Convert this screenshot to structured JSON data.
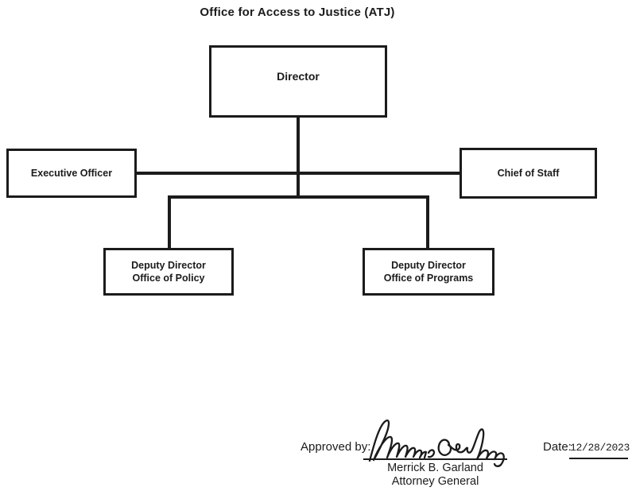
{
  "page": {
    "title": "Office for Access to Justice (ATJ)"
  },
  "org_chart": {
    "director": {
      "label": "Director"
    },
    "executive_officer": {
      "label": "Executive Officer"
    },
    "chief_of_staff": {
      "label": "Chief of Staff"
    },
    "deputy_policy": {
      "line1": "Deputy Director",
      "line2": "Office of Policy"
    },
    "deputy_programs": {
      "line1": "Deputy Director",
      "line2": "Office of Programs"
    },
    "hierarchy": {
      "root": "Director",
      "connected_nodes": [
        "Executive Officer",
        "Chief of Staff",
        "Deputy Director Office of Policy",
        "Deputy Director Office of Programs"
      ]
    }
  },
  "approval": {
    "approved_by_label": "Approved by:",
    "signature_name": "Merrick Garland",
    "signer_name": "Merrick B. Garland",
    "signer_title": "Attorney General",
    "date_label": "Date:",
    "date_value": "12/28/2023"
  },
  "colors": {
    "ink": "#1b1b1b",
    "background": "#ffffff"
  }
}
